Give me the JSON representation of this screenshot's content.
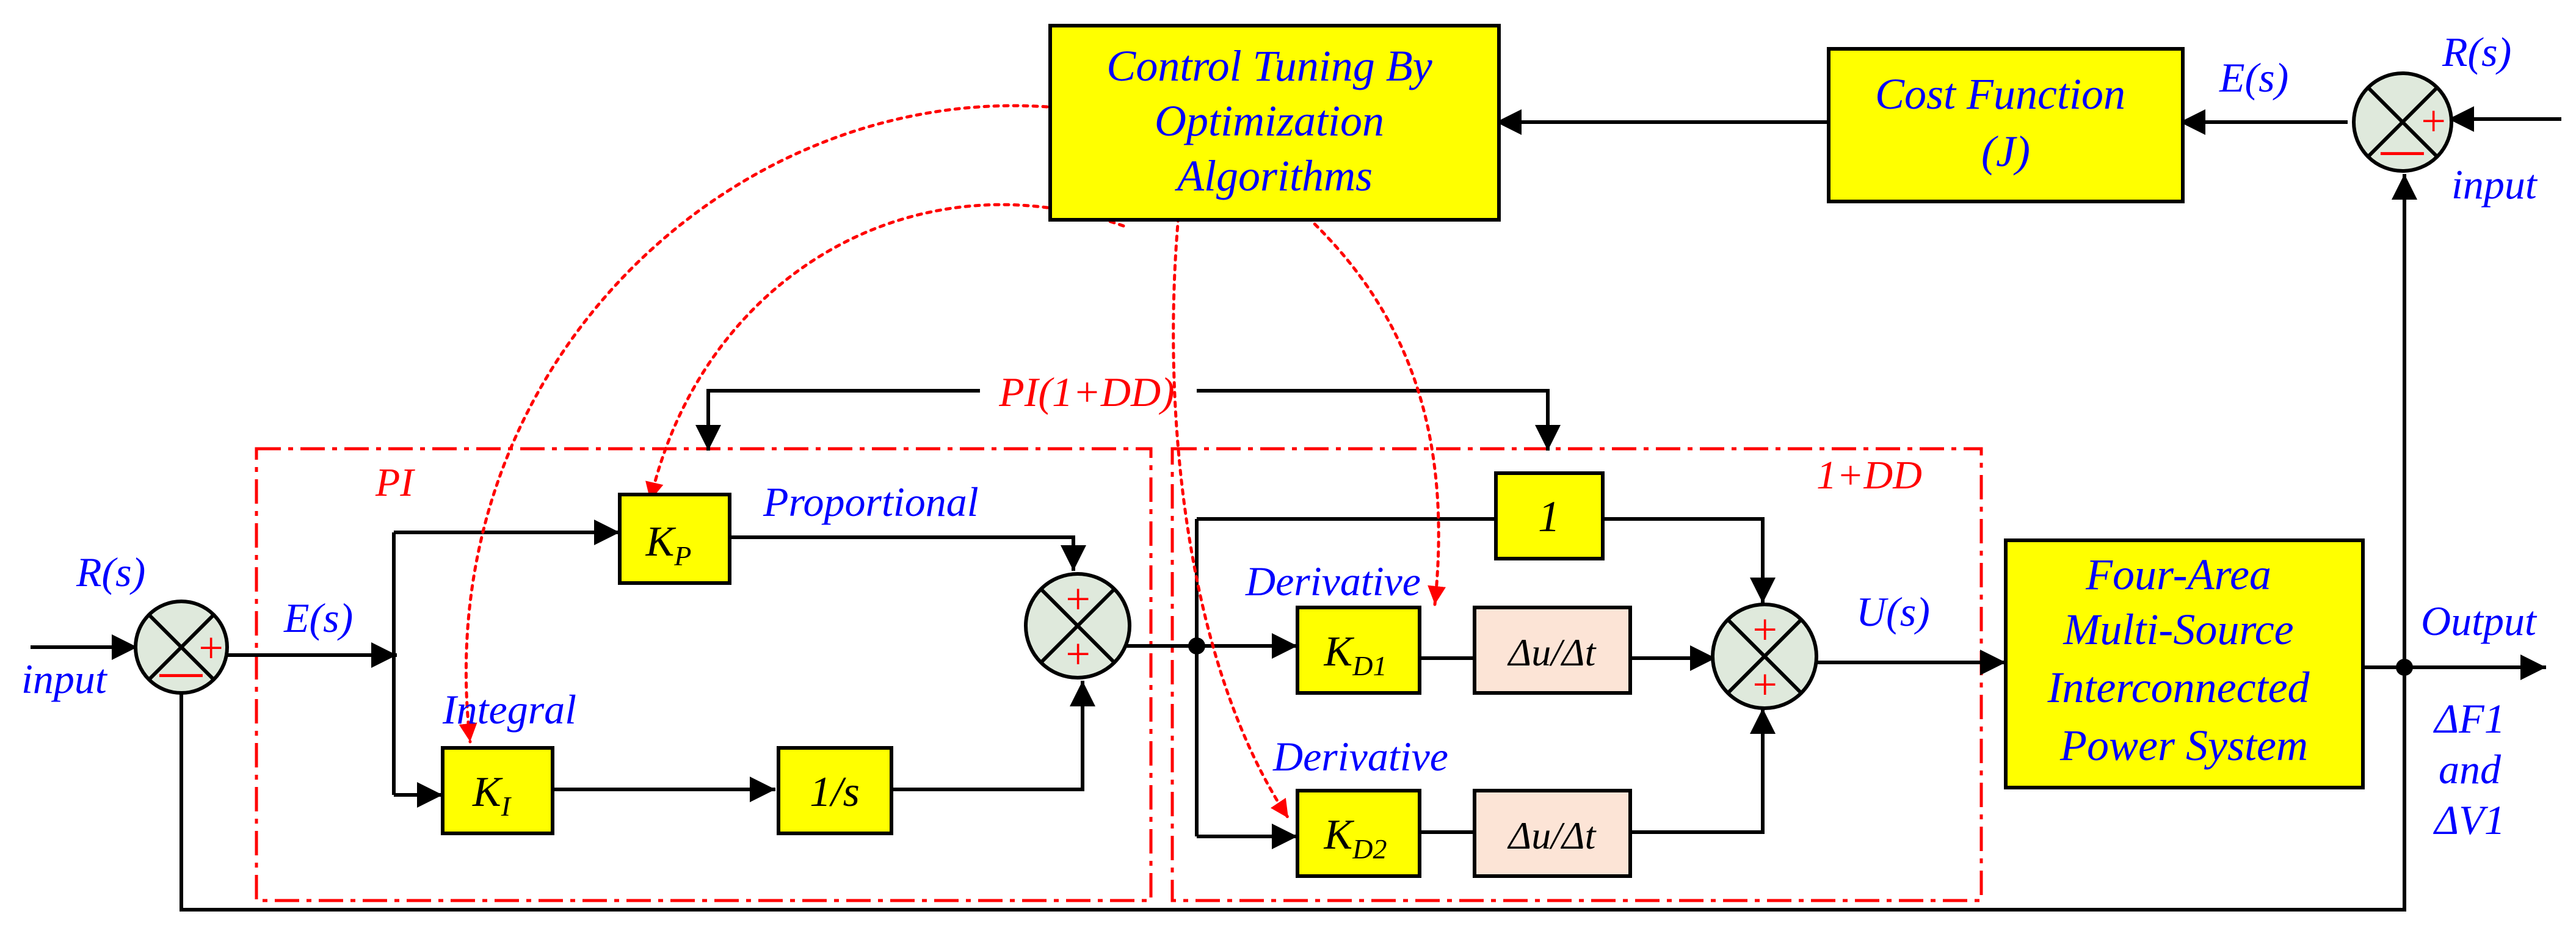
{
  "colors": {
    "block_fill": "#ffff00",
    "rate_block_fill": "#fce4d6",
    "summer_fill": "#dfe9dc",
    "signal_text": "#0000ff",
    "highlight_text": "#ff0000",
    "optimizer_link": "#ff0000"
  },
  "blocks": {
    "optimizer": [
      "Control Tuning By",
      "Optimization",
      "Algorithms"
    ],
    "cost_function": [
      "Cost Function",
      "(J)"
    ],
    "plant": [
      "Four-Area",
      "Multi-Source",
      "Interconnected",
      "Power System"
    ],
    "kp": {
      "main": "K",
      "sub": "P"
    },
    "ki": {
      "main": "K",
      "sub": "I"
    },
    "kd1": {
      "main": "K",
      "sub": "D1"
    },
    "kd2": {
      "main": "K",
      "sub": "D2"
    },
    "integrator": "1/s",
    "unity": "1",
    "rate1": "Δu/Δt",
    "rate2": "Δu/Δt"
  },
  "labels": {
    "pi_group": "PI",
    "dd_group": "1+DD",
    "controller_span": "PI(1+DD)",
    "proportional": "Proportional",
    "integral": "Integral",
    "derivative_1": "Derivative",
    "derivative_2": "Derivative",
    "r_left": "R(s)",
    "input_left": "input",
    "e_left": "E(s)",
    "u_signal": "U(s)",
    "output": "Output",
    "output_delta_f": "ΔF1",
    "output_and": "and",
    "output_delta_v": "ΔV1",
    "r_right": "R(s)",
    "input_right": "input",
    "e_right": "E(s)"
  },
  "signs": {
    "plus": "+",
    "minus": "—"
  }
}
